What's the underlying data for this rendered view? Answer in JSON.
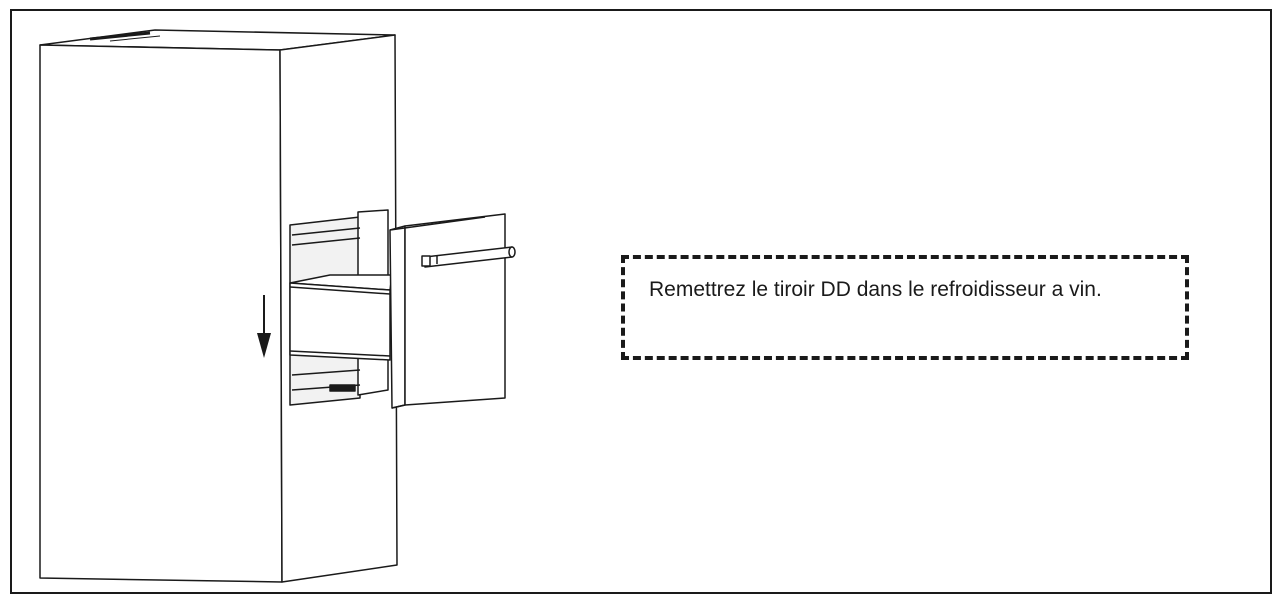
{
  "callout": {
    "text": "Remettrez le tiroir DD dans le refroidisseur a vin."
  },
  "colors": {
    "line": "#1a1a1a",
    "background": "#ffffff",
    "panel_shade": "#f2f2f2"
  },
  "illustration": {
    "subject": "wine cooler cabinet with drawer being reinstalled",
    "arrow_direction": "down"
  }
}
